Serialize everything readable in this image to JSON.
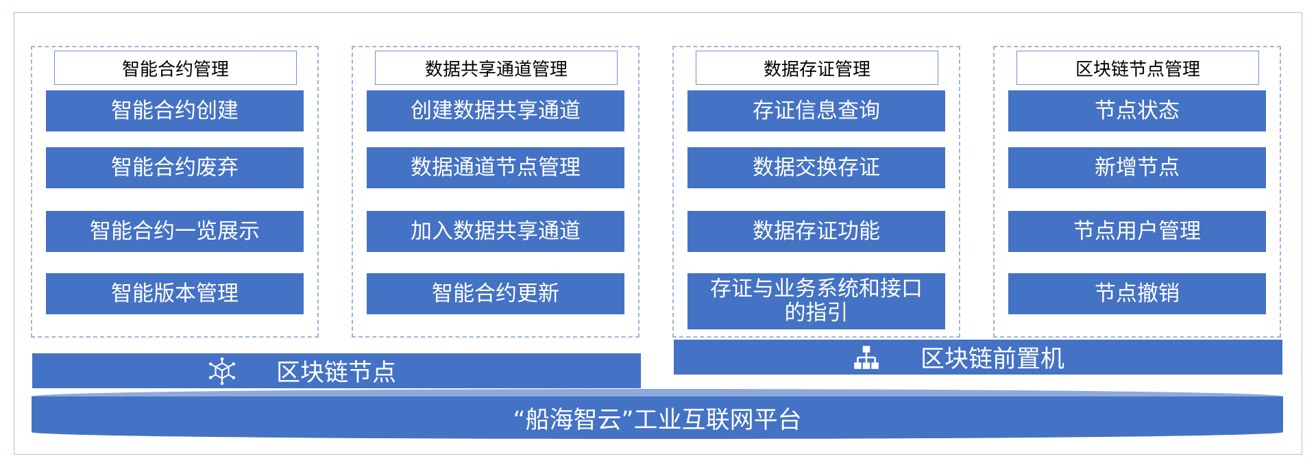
{
  "modules": [
    {
      "title": "智能合约管理",
      "items": [
        "智能合约创建",
        "智能合约废弃",
        "智能合约一览展示",
        "智能版本管理"
      ]
    },
    {
      "title": "数据共享通道管理",
      "items": [
        "创建数据共享通道",
        "数据通道节点管理",
        "加入数据共享通道",
        "智能合约更新"
      ]
    },
    {
      "title": "数据存证管理",
      "items": [
        "存证信息查询",
        "数据交换存证",
        "数据存证功能",
        "存证与业务系统和接口的指引"
      ]
    },
    {
      "title": "区块链节点管理",
      "items": [
        "节点状态",
        "新增节点",
        "节点用户管理",
        "节点撤销"
      ]
    }
  ],
  "bars": {
    "node": {
      "label": "区块链节点",
      "icon": "network-node-icon"
    },
    "front": {
      "label": "区块链前置机",
      "icon": "hierarchy-icon"
    }
  },
  "platform": {
    "label": "“船海智云”工业互联网平台"
  },
  "colors": {
    "primary": "#4472c4",
    "light": "#8eaadb",
    "border": "#9db4e0"
  }
}
